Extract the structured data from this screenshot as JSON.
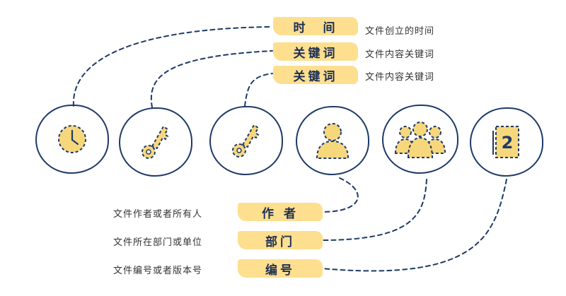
{
  "top_labels": [
    {
      "tag": "时　间",
      "desc": "文件创立的时间"
    },
    {
      "tag": "关键词",
      "desc": "文件内容关键词"
    },
    {
      "tag": "关键词",
      "desc": "文件内容关键词"
    }
  ],
  "bottom_labels": [
    {
      "tag": "作 者",
      "desc": "文件作者或者所有人"
    },
    {
      "tag": "部门",
      "desc": "文件所在部门或单位"
    },
    {
      "tag": "编号",
      "desc": "文件编号或者版本号"
    }
  ],
  "icons": [
    "clock-icon",
    "key-icon",
    "key-icon",
    "person-icon",
    "group-icon",
    "document-number-icon"
  ],
  "number_glyph": "2",
  "colors": {
    "accent": "#fddf8f",
    "stroke": "#1e3a66",
    "icon_fill": "#f6d77c"
  }
}
